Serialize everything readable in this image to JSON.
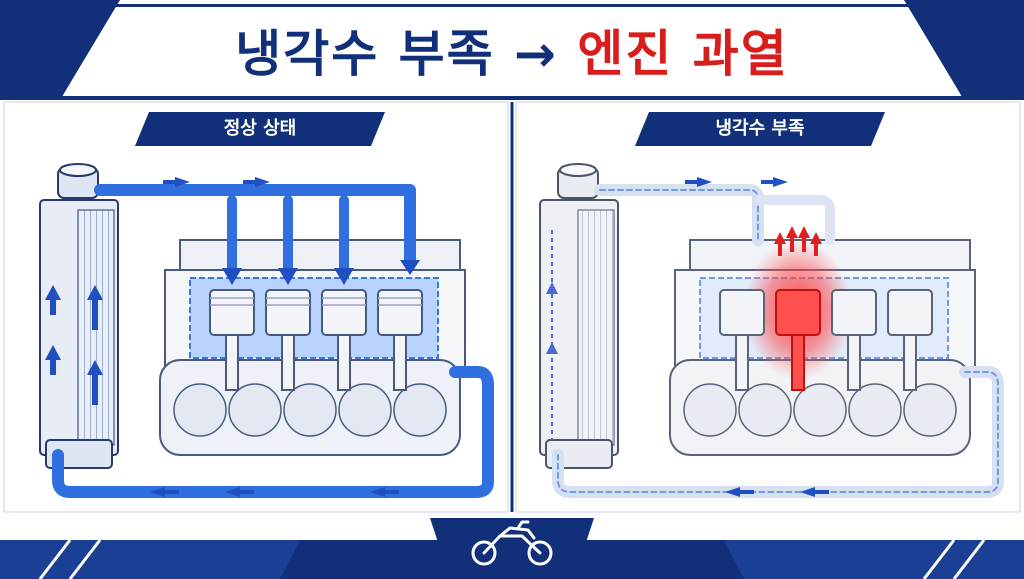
{
  "title": {
    "part1": "냉각수 부족",
    "arrow": "→",
    "part2": "엔진 과열"
  },
  "left_panel": {
    "label": "정상 상태"
  },
  "right_panel": {
    "label": "냉각수 부족"
  },
  "colors": {
    "navy": "#12307a",
    "coolant_blue": "#3a78e0",
    "overheat_red": "#e02020"
  },
  "icons": {
    "footer": "motorcycle-icon"
  }
}
